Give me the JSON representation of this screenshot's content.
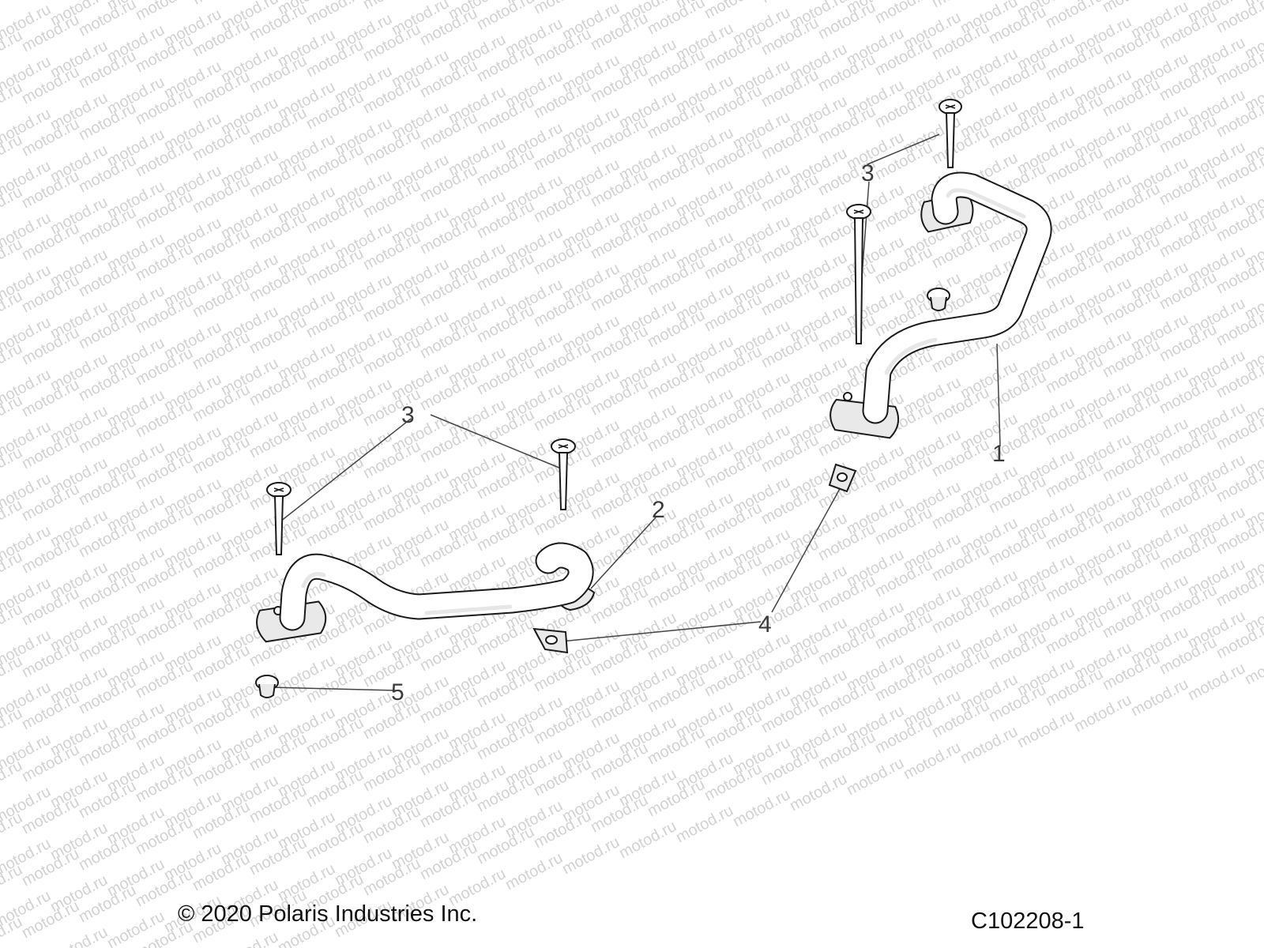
{
  "watermark": {
    "text": "motod.ru",
    "color": "#d2d2d2"
  },
  "callouts": [
    {
      "id": "1",
      "label": "1",
      "part": "right-grab-handle"
    },
    {
      "id": "2",
      "label": "2",
      "part": "left-grab-handle"
    },
    {
      "id": "3a",
      "label": "3",
      "part": "screw-pair-right"
    },
    {
      "id": "3b",
      "label": "3",
      "part": "screw-pair-left"
    },
    {
      "id": "4",
      "label": "4",
      "part": "u-nut-pair"
    },
    {
      "id": "5",
      "label": "5",
      "part": "grommet"
    }
  ],
  "footer": {
    "copyright": "© 2020 Polaris Industries Inc.",
    "drawing_number": "C102208-1"
  },
  "colors": {
    "line": "#1a1a1a",
    "callout_text": "#3a3a3a",
    "background": "#ffffff"
  }
}
